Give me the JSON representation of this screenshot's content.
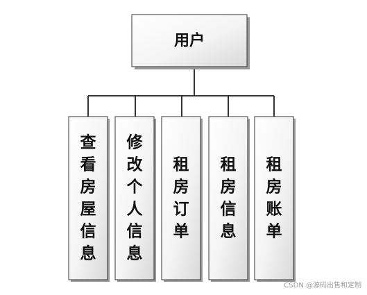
{
  "root": {
    "label": "用户"
  },
  "children": [
    {
      "label": "查看房屋信息"
    },
    {
      "label": "修改个人信息"
    },
    {
      "label": "租房订单"
    },
    {
      "label": "租房信息"
    },
    {
      "label": "租房账单"
    }
  ],
  "watermark": "CSDN @源码出售和定制"
}
